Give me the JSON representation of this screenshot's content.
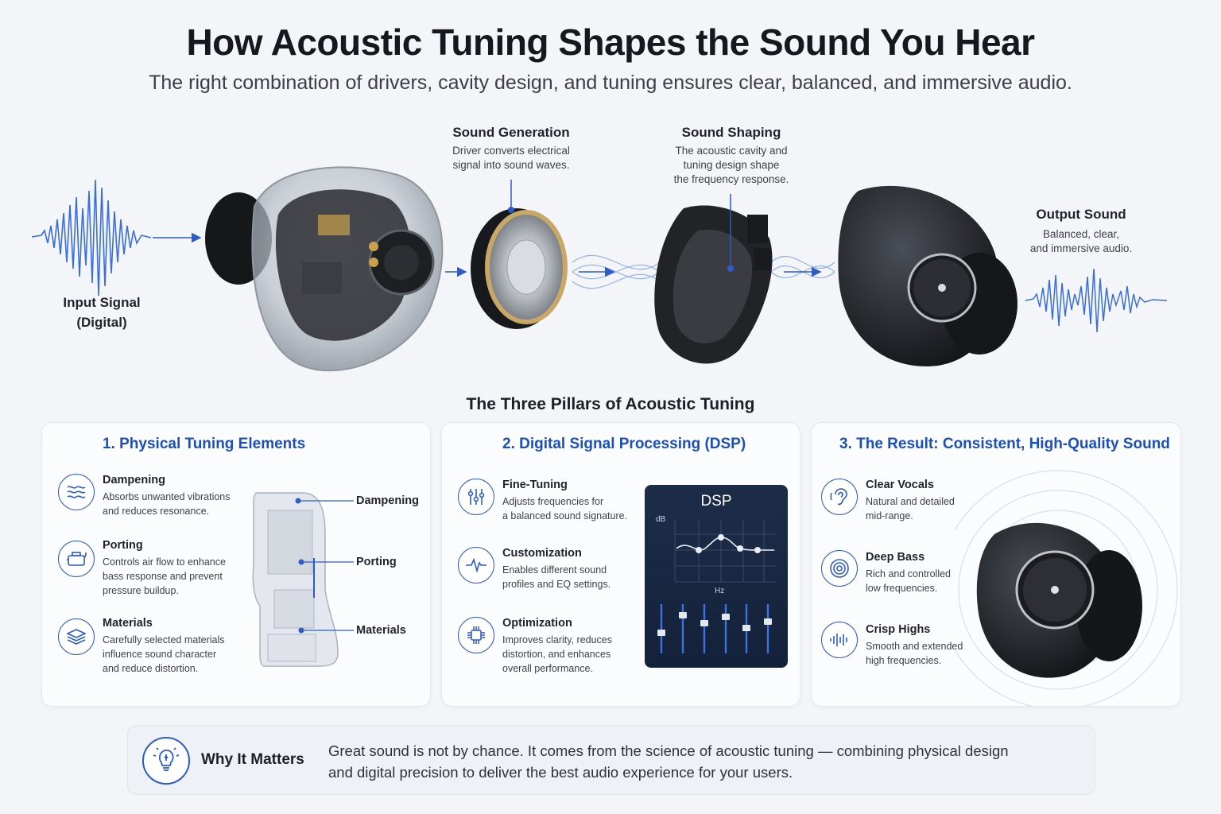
{
  "header": {
    "title": "How Acoustic Tuning Shapes the Sound You Hear",
    "subtitle": "The right combination of drivers, cavity design, and tuning ensures clear, balanced, and immersive audio."
  },
  "flow": {
    "input": {
      "label_line1": "Input Signal",
      "label_line2": "(Digital)"
    },
    "generation": {
      "label": "Sound Generation",
      "desc_line1": "Driver converts electrical",
      "desc_line2": "signal into sound waves."
    },
    "shaping": {
      "label": "Sound Shaping",
      "desc_line1": "The acoustic cavity and",
      "desc_line2": "tuning design shape",
      "desc_line3": "the frequency response."
    },
    "output": {
      "label": "Output Sound",
      "desc_line1": "Balanced, clear,",
      "desc_line2": "and immersive audio."
    }
  },
  "pillars": {
    "heading": "The Three Pillars of Acoustic Tuning",
    "physical": {
      "title": "1. Physical Tuning Elements",
      "items": [
        {
          "title": "Dampening",
          "desc_line1": "Absorbs unwanted vibrations",
          "desc_line2": "and reduces resonance.",
          "desc_line3": "",
          "icon": "waves-icon"
        },
        {
          "title": "Porting",
          "desc_line1": "Controls air flow to enhance",
          "desc_line2": "bass response and prevent",
          "desc_line3": "pressure buildup.",
          "icon": "port-icon"
        },
        {
          "title": "Materials",
          "desc_line1": "Carefully selected materials",
          "desc_line2": "influence sound character",
          "desc_line3": "and reduce distortion.",
          "icon": "layers-icon"
        }
      ],
      "callouts": [
        "Dampening",
        "Porting",
        "Materials"
      ]
    },
    "dsp": {
      "title": "2. Digital Signal Processing (DSP)",
      "items": [
        {
          "title": "Fine-Tuning",
          "desc_line1": "Adjusts frequencies for",
          "desc_line2": "a balanced sound signature.",
          "desc_line3": "",
          "icon": "sliders-icon"
        },
        {
          "title": "Customization",
          "desc_line1": "Enables different sound",
          "desc_line2": "profiles and EQ settings.",
          "desc_line3": "",
          "icon": "pulse-icon"
        },
        {
          "title": "Optimization",
          "desc_line1": "Improves clarity, reduces",
          "desc_line2": "distortion, and enhances",
          "desc_line3": "overall performance.",
          "icon": "chip-icon"
        }
      ],
      "panel": {
        "title": "DSP",
        "y_unit": "dB",
        "x_unit": "Hz"
      }
    },
    "result": {
      "title": "3. The Result: Consistent, High-Quality Sound",
      "items": [
        {
          "title": "Clear Vocals",
          "desc_line1": "Natural and detailed",
          "desc_line2": "mid-range.",
          "icon": "ear-icon"
        },
        {
          "title": "Deep Bass",
          "desc_line1": "Rich and controlled",
          "desc_line2": "low frequencies.",
          "icon": "target-icon"
        },
        {
          "title": "Crisp Highs",
          "desc_line1": "Smooth and extended",
          "desc_line2": "high frequencies.",
          "icon": "soundwave-icon"
        }
      ]
    }
  },
  "why": {
    "label": "Why It Matters",
    "text_line1": "Great sound is not by chance. It comes from the science of acoustic tuning — combining physical design",
    "text_line2": "and digital precision to deliver the best audio experience for your users."
  },
  "colors": {
    "accent": "#1c4fb8",
    "wave": "#3a6fd8",
    "dark": "#1b1d22"
  }
}
